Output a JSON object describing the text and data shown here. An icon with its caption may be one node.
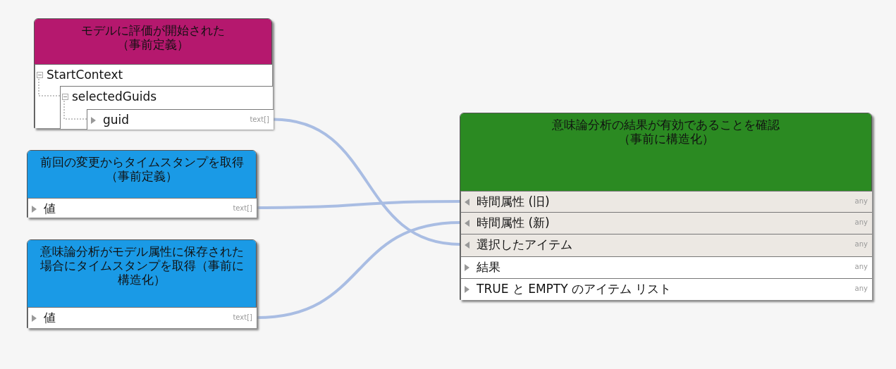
{
  "diagram": {
    "nodes": [
      {
        "text": [
          "モデルに評価が開始された（事前定義）"
        ]
      },
      {
        "text": [
          "StartContext"
        ],
        "in": 0
      },
      {
        "text": [
          "selectedGuids"
        ],
        "in": 1
      },
      {
        "text": [
          "guid",
          "text[]"
        ],
        "in": 2
      },
      {
        "text": [
          "前回の変更からタイムスタンプを取得（事前定義）"
        ]
      },
      {
        "text": [
          "値",
          "text[]"
        ],
        "in": 4
      },
      {
        "text": [
          "意味論分析がモデル属性に保存された場合にタイムスタンプを取得（事前に構造化）"
        ]
      },
      {
        "text": [
          "値",
          "text[]"
        ],
        "in": 6
      },
      {
        "text": [
          "意味論分析の結果が有効であることを確認（事前に構造化）"
        ]
      },
      {
        "text": [
          "時間属性 (旧)",
          "any"
        ],
        "in": 8
      },
      {
        "text": [
          "時間属性 (新)",
          "any"
        ],
        "in": 8
      },
      {
        "text": [
          "選択したアイテム",
          "any"
        ],
        "in": 8
      },
      {
        "text": [
          "結果",
          "any"
        ],
        "in": 8
      },
      {
        "text": [
          "TRUE と EMPTY のアイテム リスト",
          "any"
        ],
        "in": 8
      }
    ],
    "edges": [
      {
        "from": 1,
        "to": 2,
        "arrow": "none",
        "style": "dashed",
        "color": "#888888"
      },
      {
        "from": 2,
        "to": 3,
        "arrow": "none",
        "style": "dashed",
        "color": "#888888"
      },
      {
        "from": 3,
        "to": 11,
        "arrow": "none"
      },
      {
        "from": 5,
        "to": 9,
        "arrow": "none"
      },
      {
        "from": 7,
        "to": 10,
        "arrow": "none"
      }
    ]
  }
}
